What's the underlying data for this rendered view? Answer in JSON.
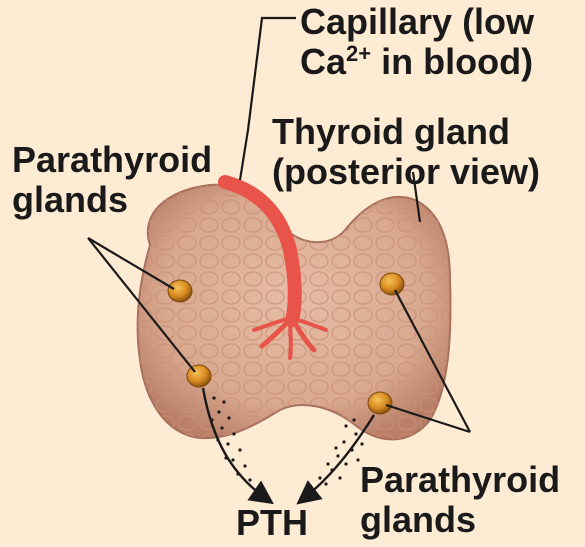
{
  "labels": {
    "capillary_line1": "Capillary (low",
    "capillary_line2_prefix": "Ca",
    "capillary_line2_sup": "2+",
    "capillary_line2_suffix": " in blood)",
    "thyroid_line1": "Thyroid gland",
    "thyroid_line2": "(posterior view)",
    "parathyroid_left_line1": "Parathyroid",
    "parathyroid_left_line2": "glands",
    "parathyroid_right_line1": "Parathyroid",
    "parathyroid_right_line2": "glands",
    "pth": "PTH"
  },
  "colors": {
    "background": "#fdebd3",
    "thyroid_tissue": "#d9a88f",
    "thyroid_shadow": "#b97f68",
    "capillary": "#e8534a",
    "parathyroid": "#d98a1f",
    "label_text": "#1a1a1a"
  }
}
